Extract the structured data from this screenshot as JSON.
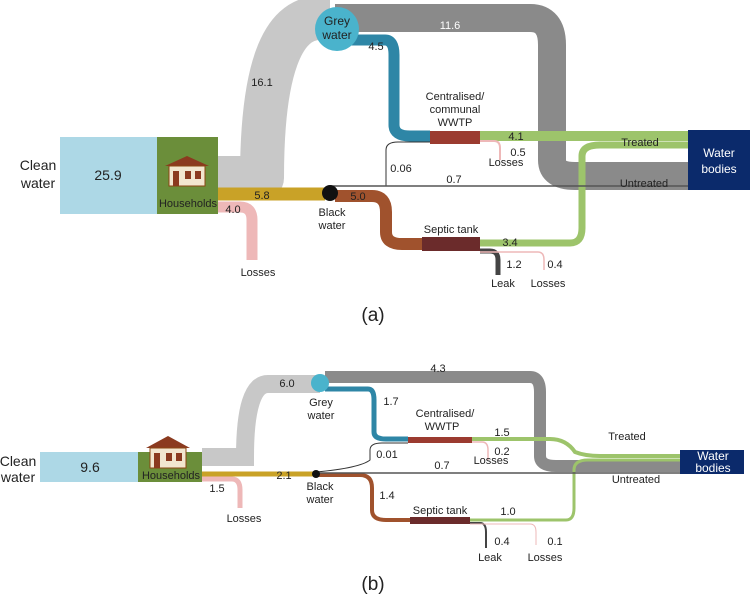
{
  "panel_a": {
    "caption": "(a)",
    "nodes": {
      "clean_water_label_1": "Clean",
      "clean_water_label_2": "water",
      "clean_water_value": "25.9",
      "households": "Households",
      "grey_water_1": "Grey",
      "grey_water_2": "water",
      "black_water_1": "Black",
      "black_water_2": "water",
      "wwtp_1": "Centralised/",
      "wwtp_2": "communal",
      "wwtp_3": "WWTP",
      "septic_tank": "Septic tank",
      "water_bodies_1": "Water",
      "water_bodies_2": "bodies",
      "treated": "Treated",
      "untreated": "Untreated",
      "losses_households": "Losses",
      "losses_wwtp": "Losses",
      "losses_septic": "Losses",
      "leak": "Leak"
    },
    "values": {
      "hh_to_grey": "16.1",
      "grey_to_untreated": "11.6",
      "grey_to_wwtp": "4.5",
      "wwtp_to_treated": "4.1",
      "wwtp_losses": "0.5",
      "black_to_wwtp": "0.06",
      "black_untreated": "0.7",
      "hh_to_black": "5.8",
      "hh_losses": "4.0",
      "black_to_septic": "5.0",
      "septic_to_treated": "3.4",
      "septic_leak": "1.2",
      "septic_losses": "0.4"
    }
  },
  "panel_b": {
    "caption": "(b)",
    "nodes": {
      "clean_water_label_1": "Clean",
      "clean_water_label_2": "water",
      "clean_water_value": "9.6",
      "households": "Households",
      "grey_water_1": "Grey",
      "grey_water_2": "water",
      "black_water_1": "Black",
      "black_water_2": "water",
      "wwtp_1": "Centralised/",
      "wwtp_2": "WWTP",
      "septic_tank": "Septic tank",
      "water_bodies_1": "Water",
      "water_bodies_2": "bodies",
      "treated": "Treated",
      "untreated": "Untreated",
      "losses_households": "Losses",
      "losses_wwtp": "Losses",
      "losses_septic": "Losses",
      "leak": "Leak"
    },
    "values": {
      "hh_to_grey": "6.0",
      "grey_to_untreated": "4.3",
      "grey_to_wwtp": "1.7",
      "wwtp_to_treated": "1.5",
      "wwtp_losses": "0.2",
      "black_to_wwtp": "0.01",
      "black_untreated": "0.7",
      "hh_to_black": "2.1",
      "hh_losses": "1.5",
      "black_to_septic": "1.4",
      "septic_to_treated": "1.0",
      "septic_leak": "0.4",
      "septic_losses": "0.1"
    }
  },
  "colors": {
    "clean_water": "#add8e6",
    "households": "#6b8e3a",
    "grey_flow": "#c8c8c8",
    "untreated_flow": "#8a8a8a",
    "grey_node": "#4ab3cc",
    "grey_to_wwtp": "#2e86a6",
    "black_flow": "#c9a227",
    "black_node": "#111111",
    "septic_flow": "#a0522d",
    "wwtp_box": "#9b3b30",
    "septic_box": "#6b2b2b",
    "treated_flow": "#9dc46b",
    "losses_flow": "#eeb8b8",
    "leak_flow": "#444444",
    "water_bodies": "#0b2a6b"
  }
}
